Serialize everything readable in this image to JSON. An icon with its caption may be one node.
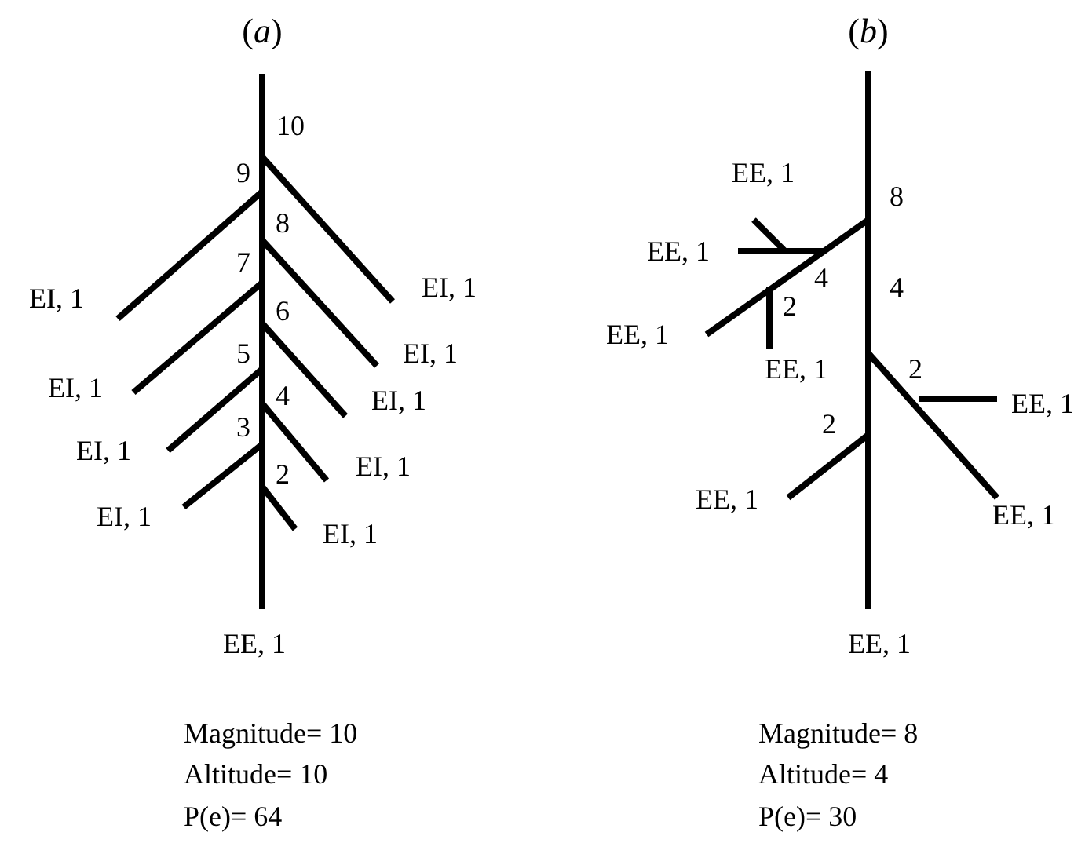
{
  "diagram": {
    "labels": [
      "(*a*)",
      "(*b*)",
      "10",
      "9",
      "8",
      "7",
      "6",
      "5",
      "4",
      "3",
      "2",
      "EI, 1",
      "EI, 1",
      "EI, 1",
      "EI, 1",
      "EI, 1",
      "EI, 1",
      "EI, 1",
      "EI, 1",
      "EI, 1",
      "EE, 1",
      "8",
      "4",
      "4",
      "2",
      "2",
      "2",
      "EE, 1",
      "EE, 1",
      "EE, 1",
      "EE, 1",
      "EE, 1",
      "EE, 1",
      "EE, 1",
      "EE, 1",
      "Magnitude= 10",
      "Altitude= 10",
      "P(e)= 64",
      "Magnitude= 8",
      "Altitude= 4",
      "P(e)= 30"
    ]
  }
}
